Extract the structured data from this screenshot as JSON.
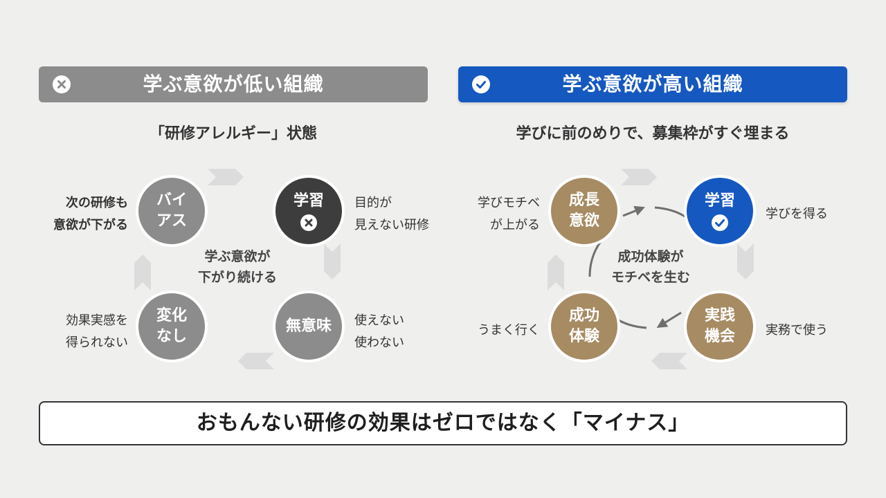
{
  "low": {
    "header": "学ぶ意欲が低い組織",
    "subtitle": "「研修アレルギー」状態",
    "center_lines": [
      "学ぶ意欲が",
      "下がり続ける"
    ],
    "nodes": {
      "top_left": [
        "バイ",
        "アス"
      ],
      "top_right": [
        "学習"
      ],
      "bottom_left": [
        "変化",
        "なし"
      ],
      "bottom_right": [
        "無意味"
      ]
    },
    "labels": {
      "top_left": [
        "次の研修も",
        "意欲が下がる"
      ],
      "top_right": [
        "目的が",
        "見えない研修"
      ],
      "bottom_left": [
        "効果実感を",
        "得られない"
      ],
      "bottom_right": [
        "使えない",
        "使わない"
      ]
    }
  },
  "high": {
    "header": "学ぶ意欲が高い組織",
    "subtitle": "学びに前のめりで、募集枠がすぐ埋まる",
    "center_lines": [
      "成功体験が",
      "モチベを生む"
    ],
    "nodes": {
      "top_left": [
        "成長",
        "意欲"
      ],
      "top_right": [
        "学習"
      ],
      "bottom_left": [
        "成功",
        "体験"
      ],
      "bottom_right": [
        "実践",
        "機会"
      ]
    },
    "labels": {
      "top_left": [
        "学びモチベ",
        "が上がる"
      ],
      "top_right": [
        "学びを得る"
      ],
      "bottom_left": [
        "うまく行く"
      ],
      "bottom_right": [
        "実務で使う"
      ]
    }
  },
  "conclusion": "おもんない研修の効果はゼロではなく「マイナス」",
  "colors": {
    "background": "#efefee",
    "gray": "#8c8c8c",
    "dark": "#3d3d3d",
    "blue": "#1558c0",
    "brown": "#a68b63",
    "ring": "#dcdcdc",
    "inner_arrow": "#6f6f6f"
  },
  "icons": {
    "low_header": "x-circle-icon",
    "high_header": "check-circle-icon",
    "low_learning": "x-circle-icon",
    "high_learning": "check-circle-icon"
  }
}
